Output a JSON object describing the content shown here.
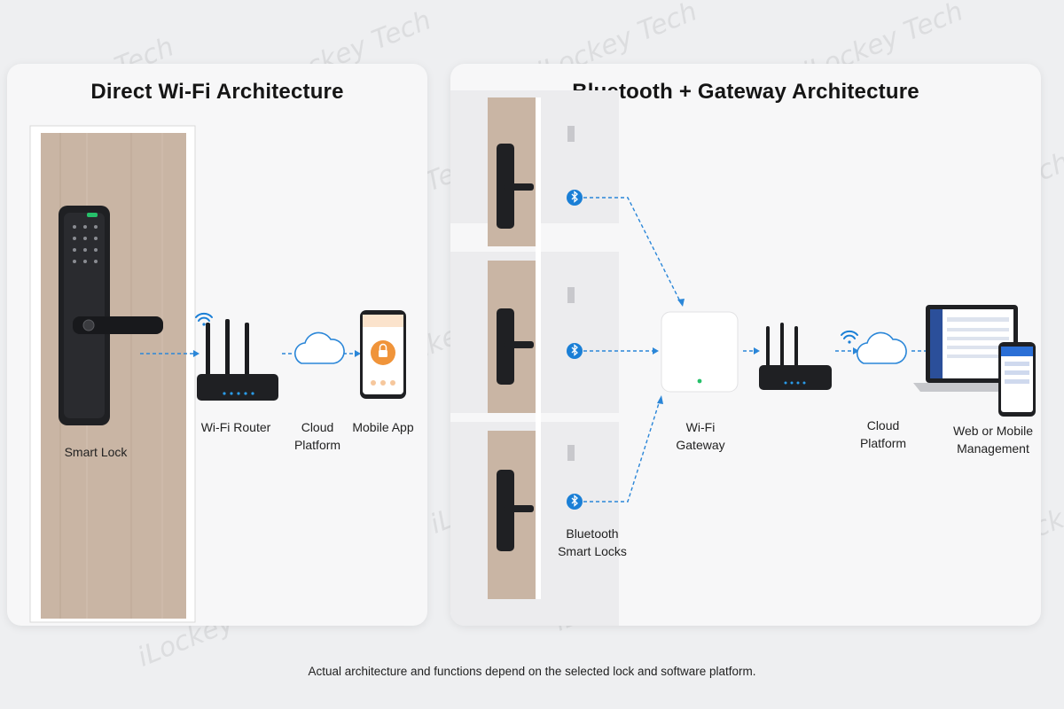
{
  "left_panel": {
    "title": "Direct Wi-Fi Architecture",
    "labels": {
      "smart_lock": "Smart Lock",
      "wifi_router": "Wi-Fi Router",
      "cloud_line1": "Cloud",
      "cloud_line2": "Platform",
      "mobile_app": "Mobile App"
    }
  },
  "right_panel": {
    "title": "Bluetooth + Gateway Architecture",
    "labels": {
      "bt_locks_line1": "Bluetooth",
      "bt_locks_line2": "Smart Locks",
      "gateway_line1": "Wi-Fi",
      "gateway_line2": "Gateway",
      "cloud_line1": "Cloud",
      "cloud_line2": "Platform",
      "mgmt_line1": "Web or Mobile",
      "mgmt_line2": "Management"
    }
  },
  "footer": {
    "note": "Actual architecture and functions depend on the selected lock and software platform."
  },
  "watermark": {
    "text": "iLockey Tech"
  },
  "colors": {
    "accent": "#1a7fd6",
    "door": "#c8b4a3",
    "app_orange": "#f0943a",
    "device_dark": "#1e1f22"
  },
  "icons": [
    "bluetooth-icon",
    "wifi-signal-icon",
    "cloud-icon",
    "router-icon",
    "gateway-icon",
    "smartphone-icon",
    "laptop-icon",
    "smart-lock-icon",
    "door-icon"
  ]
}
